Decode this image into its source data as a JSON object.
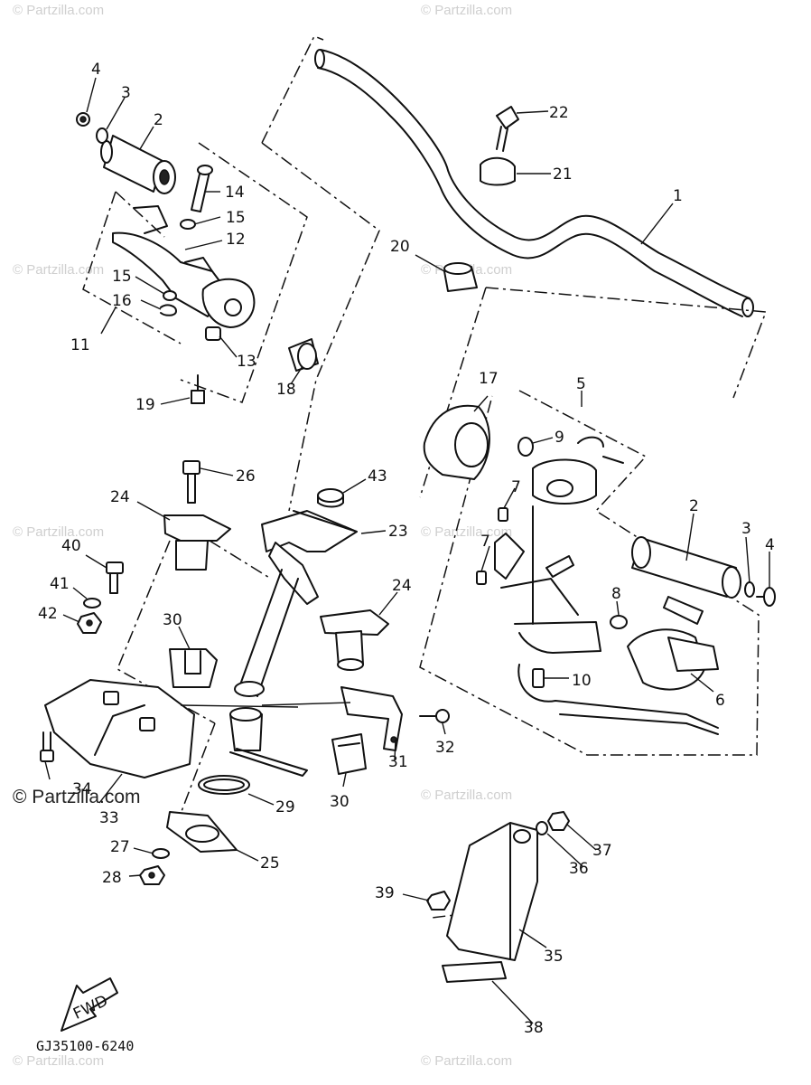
{
  "diagram": {
    "code": "GJ35100-6240",
    "fwd_label": "FWD",
    "watermark": "© Partzilla.com",
    "watermark_dark": "© Partzilla.com"
  },
  "callouts": [
    {
      "id": "1",
      "text": "1"
    },
    {
      "id": "2a",
      "text": "2"
    },
    {
      "id": "2b",
      "text": "2"
    },
    {
      "id": "3a",
      "text": "3"
    },
    {
      "id": "3b",
      "text": "3"
    },
    {
      "id": "4a",
      "text": "4"
    },
    {
      "id": "4b",
      "text": "4"
    },
    {
      "id": "5",
      "text": "5"
    },
    {
      "id": "6",
      "text": "6"
    },
    {
      "id": "7a",
      "text": "7"
    },
    {
      "id": "7b",
      "text": "7"
    },
    {
      "id": "8",
      "text": "8"
    },
    {
      "id": "9",
      "text": "9"
    },
    {
      "id": "10",
      "text": "10"
    },
    {
      "id": "11",
      "text": "11"
    },
    {
      "id": "12",
      "text": "12"
    },
    {
      "id": "13",
      "text": "13"
    },
    {
      "id": "14",
      "text": "14"
    },
    {
      "id": "15a",
      "text": "15"
    },
    {
      "id": "15b",
      "text": "15"
    },
    {
      "id": "16",
      "text": "16"
    },
    {
      "id": "17",
      "text": "17"
    },
    {
      "id": "18",
      "text": "18"
    },
    {
      "id": "19",
      "text": "19"
    },
    {
      "id": "20",
      "text": "20"
    },
    {
      "id": "21",
      "text": "21"
    },
    {
      "id": "22",
      "text": "22"
    },
    {
      "id": "23",
      "text": "23"
    },
    {
      "id": "24a",
      "text": "24"
    },
    {
      "id": "24b",
      "text": "24"
    },
    {
      "id": "25",
      "text": "25"
    },
    {
      "id": "26",
      "text": "26"
    },
    {
      "id": "27",
      "text": "27"
    },
    {
      "id": "28",
      "text": "28"
    },
    {
      "id": "29",
      "text": "29"
    },
    {
      "id": "30a",
      "text": "30"
    },
    {
      "id": "30b",
      "text": "30"
    },
    {
      "id": "31",
      "text": "31"
    },
    {
      "id": "32",
      "text": "32"
    },
    {
      "id": "33",
      "text": "33"
    },
    {
      "id": "34",
      "text": "34"
    },
    {
      "id": "35",
      "text": "35"
    },
    {
      "id": "36",
      "text": "36"
    },
    {
      "id": "37",
      "text": "37"
    },
    {
      "id": "38",
      "text": "38"
    },
    {
      "id": "39",
      "text": "39"
    },
    {
      "id": "40",
      "text": "40"
    },
    {
      "id": "41",
      "text": "41"
    },
    {
      "id": "42",
      "text": "42"
    },
    {
      "id": "43",
      "text": "43"
    }
  ]
}
